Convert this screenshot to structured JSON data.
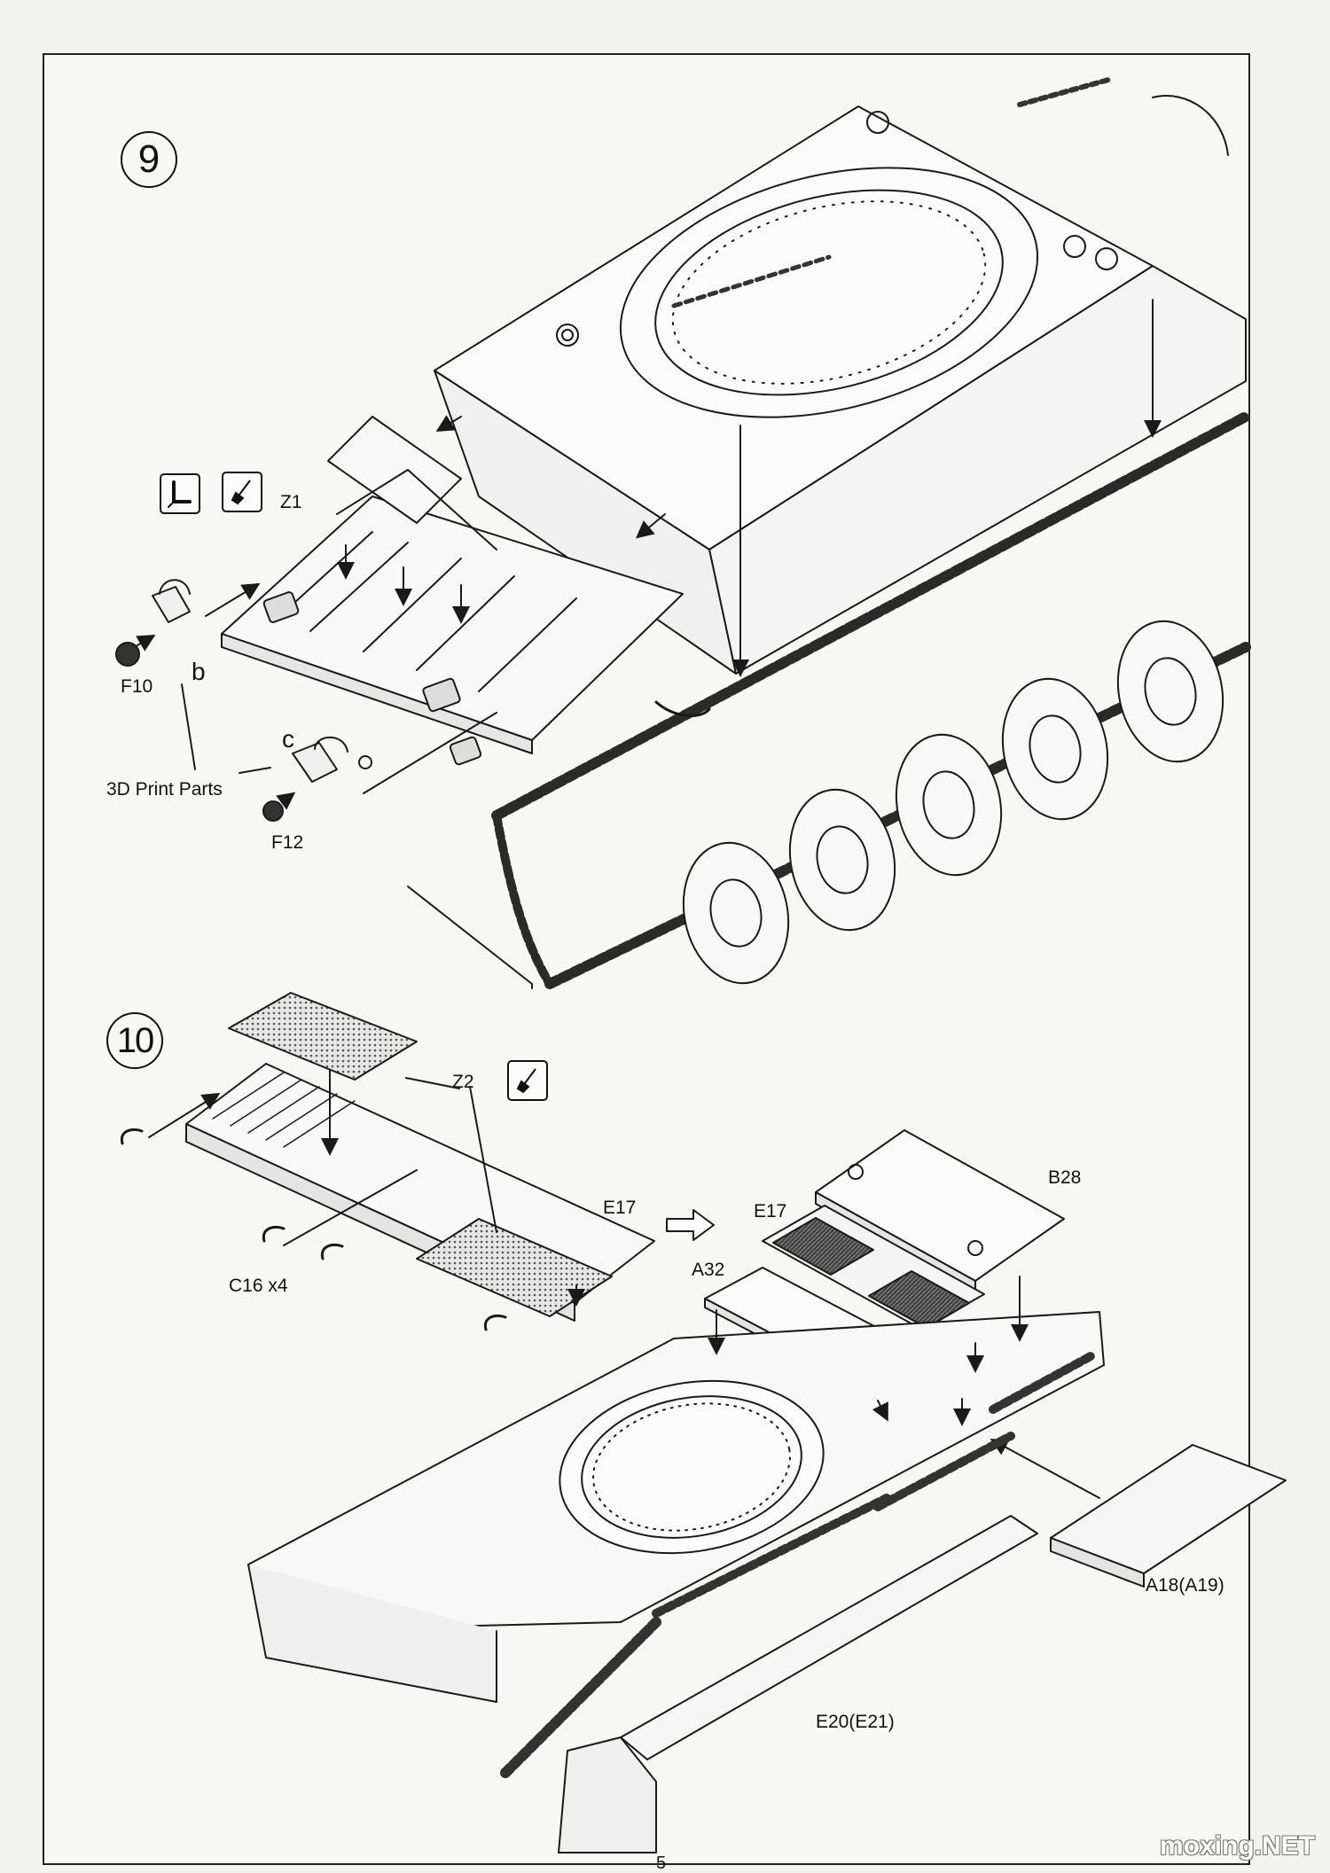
{
  "steps": {
    "nine": "9",
    "ten": "10"
  },
  "step9": {
    "z1": "Z1",
    "b": "b",
    "c": "c",
    "f10": "F10",
    "f12": "F12",
    "print_parts": "3D Print Parts"
  },
  "step10": {
    "z2": "Z2",
    "e17_left": "E17",
    "e17_right": "E17",
    "c16": "C16 x4",
    "a32": "A32",
    "b28": "B28",
    "a18": "A18(A19)",
    "e20": "E20(E21)"
  },
  "icons": {
    "cement": "cement-icon",
    "paint_brush": "paint-brush-icon"
  },
  "footer": {
    "page_number": "5",
    "watermark": "moxing.NET"
  }
}
